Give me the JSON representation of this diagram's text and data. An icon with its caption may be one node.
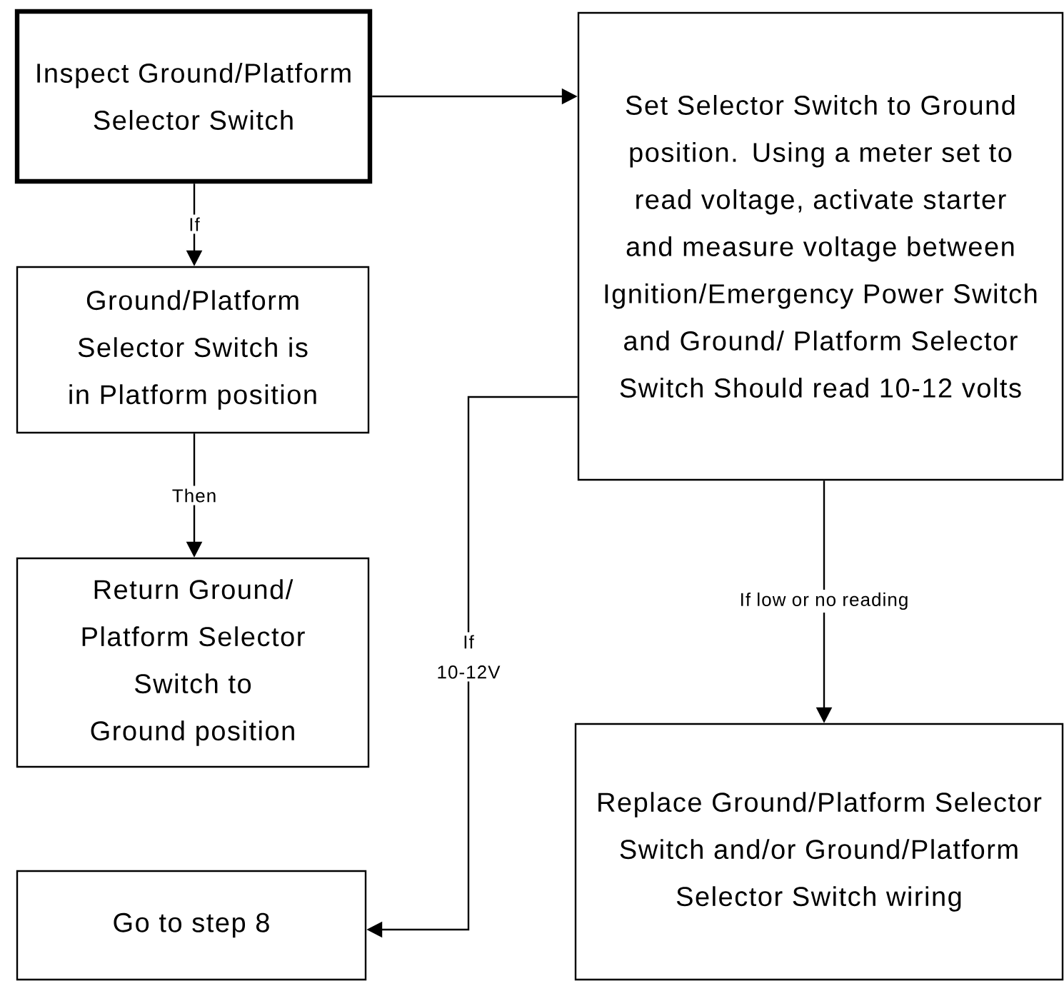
{
  "diagram": {
    "nodes": [
      {
        "text": [
          "Inspect Ground/Platform Selector Switch"
        ]
      },
      {
        "text": [
          "Ground/Platform Selector Switch is in Platform position"
        ]
      },
      {
        "text": [
          "Return Ground/ Platform Selector Switch to Ground position"
        ]
      },
      {
        "text": [
          "Go to step 8"
        ]
      },
      {
        "text": [
          "Set Selector Switch to Ground position. Using a meter set to read voltage, activate starter and measure voltage between Ignition/Emergency Power Switch and Ground/ Platform Selector Switch Should read 10-12 volts"
        ]
      },
      {
        "text": [
          "Replace Ground/Platform Selector Switch and/or Ground/Platform Selector Switch wiring"
        ]
      }
    ],
    "edges": [
      {
        "from": 0,
        "to": 1,
        "arrow": "to",
        "label": "If"
      },
      {
        "from": 1,
        "to": 2,
        "arrow": "to",
        "label": "Then"
      },
      {
        "from": 0,
        "to": 4,
        "arrow": "to"
      },
      {
        "from": 4,
        "to": 3,
        "arrow": "to",
        "label": "If 10-12V"
      },
      {
        "from": 4,
        "to": 5,
        "arrow": "to",
        "label": "If low or no reading"
      }
    ]
  }
}
